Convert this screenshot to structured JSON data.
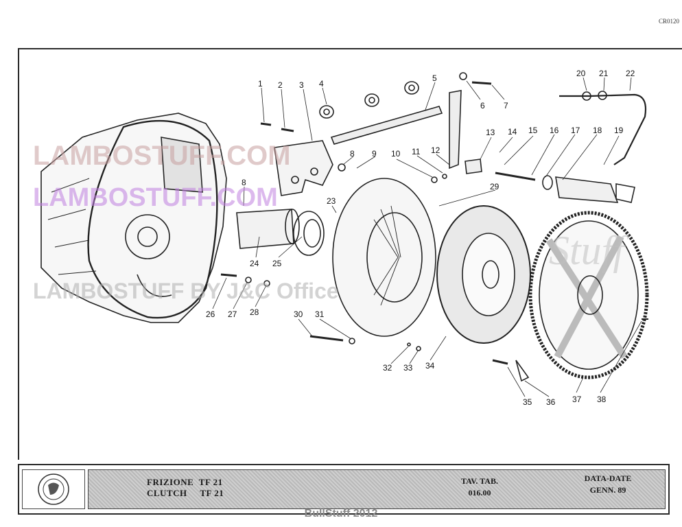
{
  "sheet": {
    "code": "CR0120"
  },
  "watermark": {
    "lines": [
      "LAMBOSTUFF.COM",
      "LAMBOSTUFF.COM",
      "LAMBOSTUFF BY J&C Office"
    ],
    "script": "Stuff"
  },
  "callouts": [
    "1",
    "2",
    "3",
    "4",
    "5",
    "6",
    "7",
    "8",
    "8",
    "9",
    "10",
    "11",
    "12",
    "13",
    "14",
    "15",
    "16",
    "17",
    "18",
    "19",
    "20",
    "21",
    "22",
    "23",
    "24",
    "25",
    "26",
    "27",
    "28",
    "29",
    "30",
    "31",
    "32",
    "33",
    "34",
    "35",
    "36",
    "37",
    "38"
  ],
  "title_block": {
    "name_it": "FRIZIONE",
    "model_it": "TF 21",
    "name_en": "CLUTCH",
    "model_en": "TF 21",
    "table_label": "TAV. TAB.",
    "table_number": "016.00",
    "date_label": "DATA-DATE",
    "date_value": "GENN. 89"
  },
  "caption": "BullStuff 2012",
  "colors": {
    "ink": "#1a1a1a",
    "watermark": "#c8a0a0",
    "watermark_purple": "#c080e0",
    "caption": "#8a8a8a"
  }
}
